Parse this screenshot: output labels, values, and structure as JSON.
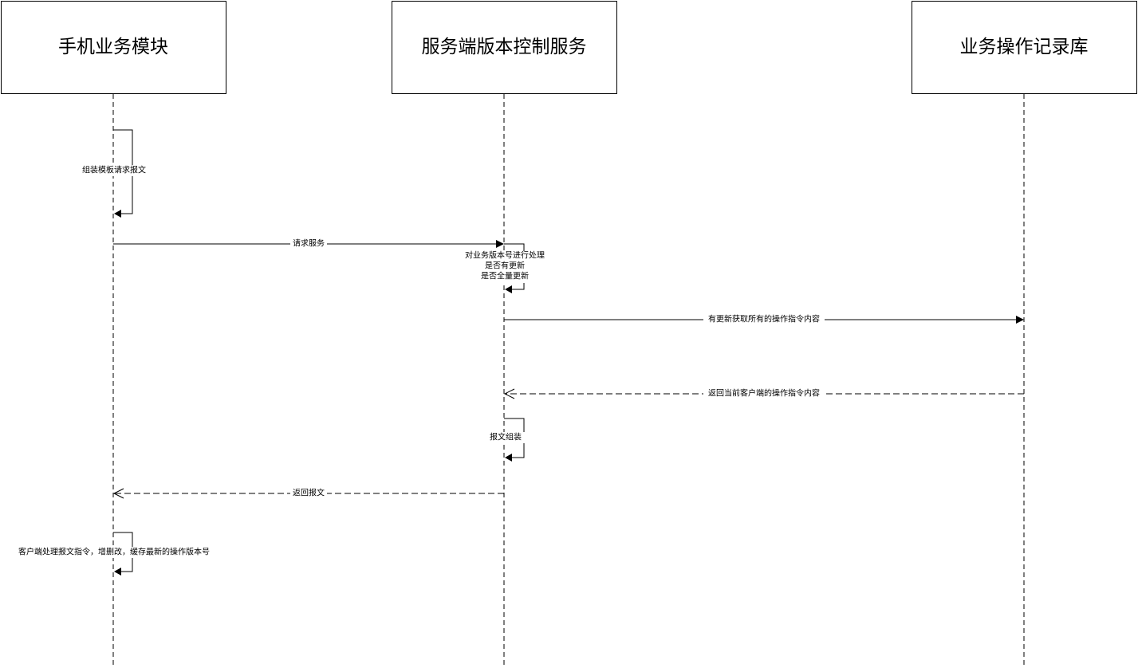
{
  "participants": [
    {
      "id": "mobile",
      "label": "手机业务模块"
    },
    {
      "id": "server",
      "label": "服务端版本控制服务"
    },
    {
      "id": "store",
      "label": "业务操作记录库"
    }
  ],
  "messages": [
    {
      "id": "m1",
      "from": "mobile",
      "to": "mobile",
      "style": "solid",
      "lines": [
        "组装模板请求报文"
      ]
    },
    {
      "id": "m2",
      "from": "mobile",
      "to": "server",
      "style": "solid",
      "lines": [
        "请求服务"
      ]
    },
    {
      "id": "m3",
      "from": "server",
      "to": "server",
      "style": "solid",
      "lines": [
        "对业务版本号进行处理",
        "是否有更新",
        "是否全量更新"
      ]
    },
    {
      "id": "m4",
      "from": "server",
      "to": "store",
      "style": "solid",
      "lines": [
        "有更新获取所有的操作指令内容"
      ]
    },
    {
      "id": "m5",
      "from": "store",
      "to": "server",
      "style": "dashed",
      "lines": [
        "返回当前客户端的操作指令内容"
      ]
    },
    {
      "id": "m6",
      "from": "server",
      "to": "server",
      "style": "solid",
      "lines": [
        "报文组装"
      ]
    },
    {
      "id": "m7",
      "from": "server",
      "to": "mobile",
      "style": "dashed",
      "lines": [
        "返回报文"
      ]
    },
    {
      "id": "m8",
      "from": "mobile",
      "to": "mobile",
      "style": "solid",
      "lines": [
        "客户端处理报文指令，增删改，缓存最新的操作版本号"
      ]
    }
  ]
}
